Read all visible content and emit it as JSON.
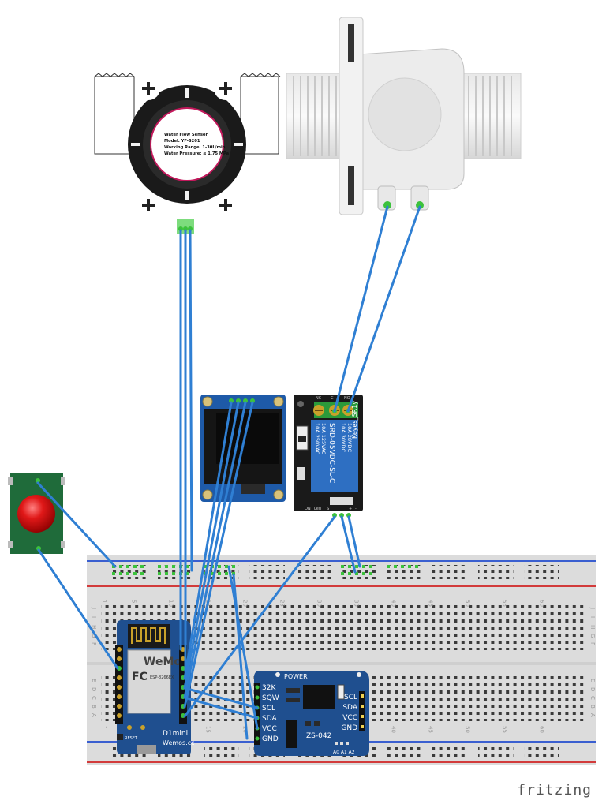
{
  "flow_sensor": {
    "lines": [
      "Water Flow Sensor",
      "Model: YF-S201",
      "Working Range: 1-30L/min",
      "Water Pressure: ≤ 1.75 MPa"
    ]
  },
  "relay": {
    "terminals": [
      "NC",
      "C",
      "NO"
    ],
    "body_lines": [
      "10A 250VAC",
      "10A 125VAC",
      "10A 30VDC",
      "10A 28VDC"
    ],
    "model": "SRD-05VDC-SL-C",
    "brand": "Keyes_SR1y",
    "bottom_labels": [
      "ON",
      "Led",
      "S",
      "+",
      "-"
    ]
  },
  "breadboard": {
    "column_numbers": [
      "1",
      "5",
      "10",
      "15",
      "20",
      "25",
      "30",
      "35",
      "40",
      "45",
      "50",
      "55",
      "60"
    ],
    "row_letters_top": [
      "J",
      "I",
      "H",
      "G",
      "F"
    ],
    "row_letters_bottom": [
      "E",
      "D",
      "C",
      "B",
      "A"
    ]
  },
  "wemos": {
    "logo": "WeMos",
    "chip": "ESP-8266EX",
    "fcc": "FC",
    "reset_label": "RESET",
    "name": "D1mini",
    "brand": "Wemos.cc"
  },
  "rtc": {
    "power_label": "POWER",
    "left_pins": [
      "32K",
      "SQW",
      "SCL",
      "SDA",
      "VCC",
      "GND"
    ],
    "right_pins": [
      "SCL",
      "SDA",
      "VCC",
      "GND"
    ],
    "model": "ZS-042",
    "address_labels": "A0 A1 A2"
  },
  "watermark": "fritzing",
  "colors": {
    "wire": "#2f7fd3",
    "pin_green": "#3cc23c",
    "pcb_blue": "#1f4f8f",
    "relay_blue": "#2e6fc2",
    "rail_red": "#d23b3b",
    "rail_blue": "#3a5fd0"
  }
}
